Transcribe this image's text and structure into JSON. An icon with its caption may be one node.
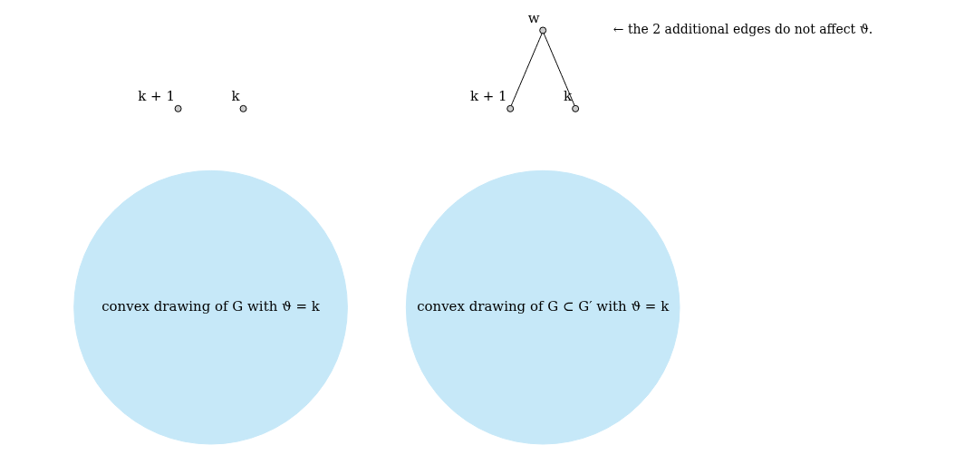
{
  "diagram": {
    "nodes": [
      {
        "text": [
          "convex drawing of G with ϑ = k"
        ]
      },
      {
        "text": [],
        "shape": "circle",
        "beside": [
          "k + 1"
        ]
      },
      {
        "text": [],
        "shape": "circle",
        "beside": [
          "k"
        ]
      },
      {
        "text": [
          "convex drawing of G ⊂ G′ with ϑ = k"
        ]
      },
      {
        "text": [],
        "shape": "circle",
        "beside": [
          "k + 1"
        ]
      },
      {
        "text": [],
        "shape": "circle",
        "beside": [
          "k"
        ]
      },
      {
        "text": [],
        "shape": "circle",
        "beside": [
          "w"
        ]
      }
    ],
    "edges": [
      {
        "from": 6,
        "to": 4,
        "arrow": "none"
      },
      {
        "from": 6,
        "to": 5,
        "arrow": "none"
      }
    ],
    "labels": [
      "← the 2 additional edges do not affect ϑ."
    ]
  }
}
